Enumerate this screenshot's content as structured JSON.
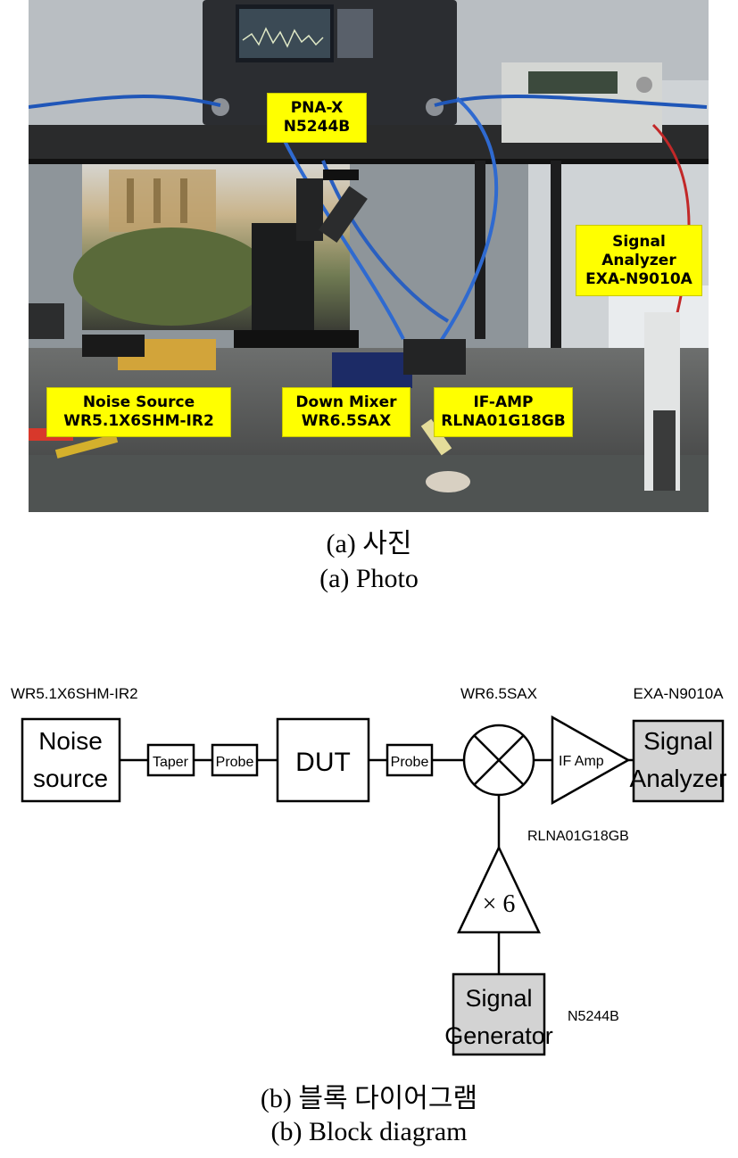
{
  "photo": {
    "labels": {
      "pnax": [
        "PNA-X",
        "N5244B"
      ],
      "signal_analyzer": [
        "Signal",
        "Analyzer",
        "EXA-N9010A"
      ],
      "noise_source": [
        "Noise Source",
        "WR5.1X6SHM-IR2"
      ],
      "down_mixer": [
        "Down Mixer",
        "WR6.5SAX"
      ],
      "if_amp": [
        "IF-AMP",
        "RLNA01G18GB"
      ]
    },
    "caption_kr": "(a) 사진",
    "caption_en": "(a) Photo"
  },
  "diagram": {
    "noise_source": [
      "Noise",
      "source"
    ],
    "noise_source_part": "WR5.1X6SHM-IR2",
    "taper": "Taper",
    "probe_in": "Probe",
    "dut": "DUT",
    "probe_out": "Probe",
    "mixer_part": "WR6.5SAX",
    "if_amp": "IF Amp",
    "if_amp_part": "RLNA01G18GB",
    "signal_analyzer": [
      "Signal",
      "Analyzer"
    ],
    "signal_analyzer_part": "EXA-N9010A",
    "multiplier": "× 6",
    "signal_generator": [
      "Signal",
      "Generator"
    ],
    "signal_generator_part": "N5244B",
    "caption_kr": "(b) 블록 다이어그램",
    "caption_en": "(b) Block diagram"
  }
}
